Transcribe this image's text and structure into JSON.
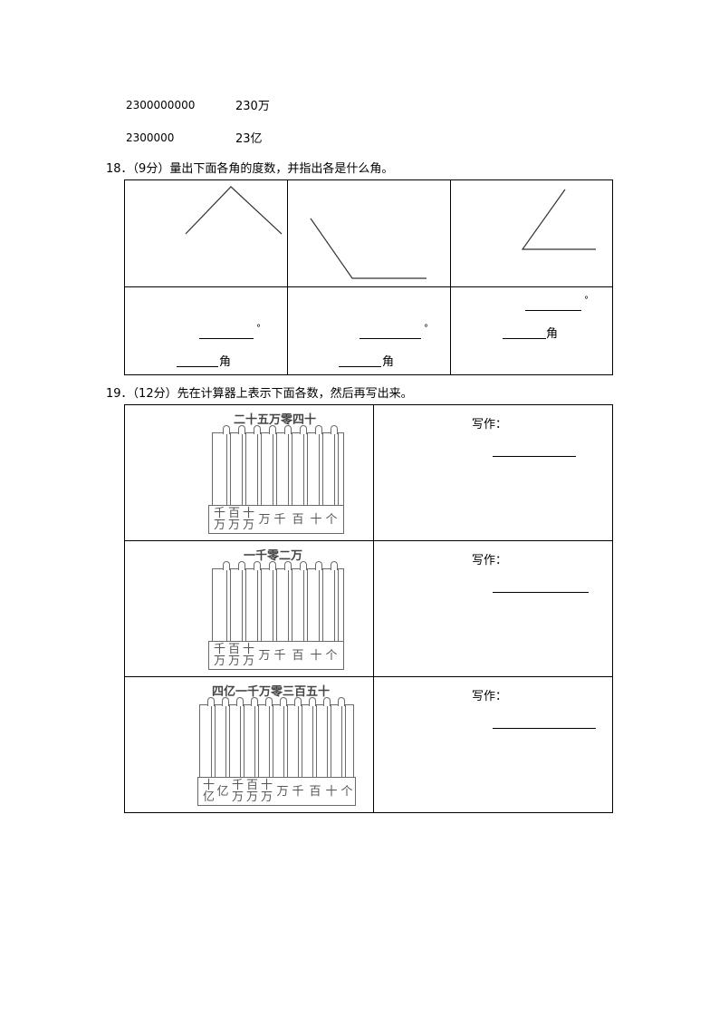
{
  "matching": {
    "left": [
      "2300000000",
      "2300000"
    ],
    "right": [
      "230万",
      "23亿"
    ]
  },
  "q18": {
    "title": "18．（9分）量出下面各角的度数，并指出各是什么角。",
    "degree_symbol": "°",
    "angle_suffix": "角",
    "angles": [
      {
        "name": "angle-1",
        "shape": "obtuse-peak"
      },
      {
        "name": "angle-2",
        "shape": "obtuse-base"
      },
      {
        "name": "angle-3",
        "shape": "acute"
      }
    ]
  },
  "q19": {
    "title": "19．（12分）先在计算器上表示下面各数，然后再写出来。",
    "write_label": "写作：",
    "rows": [
      {
        "number_words": "二十五万零四十",
        "places": [
          "千万",
          "百万",
          "十万",
          "万",
          "千",
          "百",
          "十",
          "个"
        ]
      },
      {
        "number_words": "一千零二万",
        "places": [
          "千万",
          "百万",
          "十万",
          "万",
          "千",
          "百",
          "十",
          "个"
        ]
      },
      {
        "number_words": "四亿一千万零三百五十",
        "places": [
          "十亿",
          "亿",
          "千万",
          "百万",
          "十万",
          "万",
          "千",
          "百",
          "十",
          "个"
        ]
      }
    ]
  }
}
